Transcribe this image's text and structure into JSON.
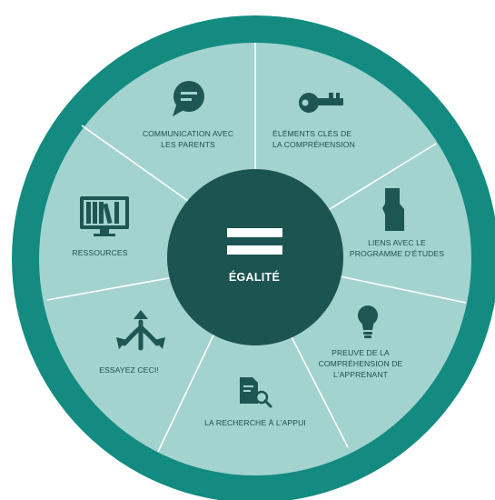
{
  "center": {
    "label": "ÉGALITÉ",
    "icon": "equals-icon"
  },
  "segments": [
    {
      "id": "communication",
      "lines": [
        "COMMUNICATION AVEC",
        "LES PARENTS"
      ],
      "icon": "chat-bubble-icon"
    },
    {
      "id": "elements-cles",
      "lines": [
        "ÉLÉMENTS CLÉS DE",
        "LA COMPRÉHENSION"
      ],
      "icon": "key-icon"
    },
    {
      "id": "liens",
      "lines": [
        "LIENS AVEC LE",
        "PROGRAMME D'ÉTUDES"
      ],
      "icon": "alberta-map-icon"
    },
    {
      "id": "preuve",
      "lines": [
        "PREUVE DE LA",
        "COMPRÉHENSION DE",
        "L'APPRENANT"
      ],
      "icon": "lightbulb-icon"
    },
    {
      "id": "recherche",
      "lines": [
        "LA RECHERCHE À L'APPUI"
      ],
      "icon": "document-search-icon"
    },
    {
      "id": "essayez",
      "lines": [
        "ESSAYEZ CECI!"
      ],
      "icon": "split-arrows-icon"
    },
    {
      "id": "ressources",
      "lines": [
        "RESSOURCES"
      ],
      "icon": "monitor-books-icon"
    }
  ],
  "colors": {
    "outer_ring": "#138b80",
    "wheel_fill": "#a3d3cf",
    "divider": "#ffffff",
    "center_fill": "#1c5451",
    "center_text": "#ffffff",
    "icon": "#1e5653",
    "label_text": "#1f4f4a"
  }
}
